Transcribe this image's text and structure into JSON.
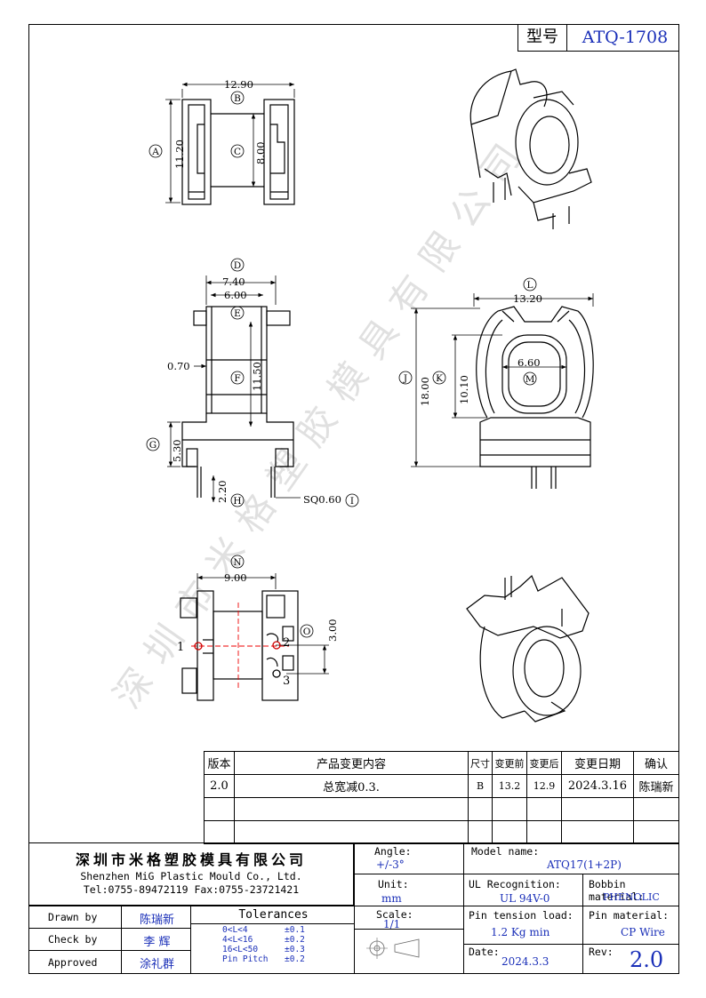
{
  "model_box": {
    "label": "型号",
    "value": "ATQ-1708"
  },
  "watermark": "深圳市米格塑胶模具有限公司",
  "dims": {
    "d1290": "12.90",
    "d1120": "11.20",
    "d800": "8.00",
    "d740": "7.40",
    "d600": "6.00",
    "d070": "0.70",
    "d1150": "11.50",
    "d530": "5.30",
    "d220": "2.20",
    "sq": "SQ0.60",
    "d1320": "13.20",
    "d660": "6.60",
    "d1800": "18.00",
    "d1010": "10.10",
    "d900": "9.00",
    "d300": "3.00"
  },
  "markers": [
    "A",
    "B",
    "C",
    "D",
    "E",
    "F",
    "G",
    "H",
    "I",
    "J",
    "K",
    "L",
    "M",
    "N",
    "O"
  ],
  "pins": [
    "1",
    "2",
    "3"
  ],
  "revision": {
    "headers": [
      "版本",
      "产品变更内容",
      "尺寸",
      "变更前",
      "变更后",
      "变更日期",
      "确认"
    ],
    "rows": [
      [
        "2.0",
        "总宽减0.3.",
        "B",
        "13.2",
        "12.9",
        "2024.3.16",
        "陈瑞新"
      ],
      [
        "",
        "",
        "",
        "",
        "",
        "",
        ""
      ],
      [
        "",
        "",
        "",
        "",
        "",
        "",
        ""
      ]
    ]
  },
  "title_block": {
    "company_cn": "深圳市米格塑胶模具有限公司",
    "company_en": "Shenzhen MiG Plastic Mould Co., Ltd.",
    "contact": "Tel:0755-89472119   Fax:0755-23721421",
    "angle_label": "Angle:",
    "angle_value": "+/-3°",
    "unit_label": "Unit:",
    "unit_value": "mm",
    "scale_label": "Scale:",
    "scale_value": "1/1",
    "model_label": "Model name:",
    "model_value": "ATQ17(1+2P)",
    "ul_label": "UL Recognition:",
    "ul_value": "UL 94V-0",
    "bobbin_label": "Bobbin material:",
    "bobbin_value": "PHENOLIC",
    "tension_label": "Pin tension load:",
    "tension_value": "1.2 Kg min",
    "pinmat_label": "Pin material:",
    "pinmat_value": "CP Wire",
    "date_label": "Date:",
    "date_value": "2024.3.3",
    "rev_label": "Rev:",
    "rev_value": "2.0",
    "drawn_label": "Drawn by",
    "drawn_value": "陈瑞新",
    "check_label": "Check by",
    "check_value": "李 辉",
    "approved_label": "Approved",
    "approved_value": "涂礼群",
    "tol_title": "Tolerances",
    "tol_rows": [
      [
        "0<L<4",
        "±0.1"
      ],
      [
        "4<L<16",
        "±0.2"
      ],
      [
        "16<L<50",
        "±0.3"
      ],
      [
        "Pin Pitch",
        "±0.2"
      ]
    ]
  }
}
